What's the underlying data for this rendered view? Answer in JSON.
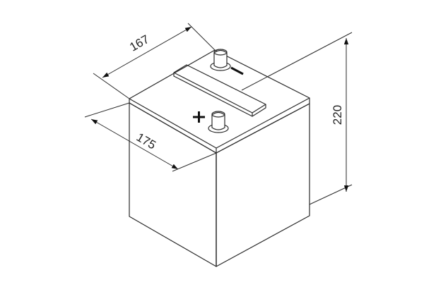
{
  "dimensions": {
    "length": "167",
    "width": "175",
    "height": "220"
  },
  "terminals": {
    "negative_symbol": "−",
    "positive_symbol": "+"
  }
}
